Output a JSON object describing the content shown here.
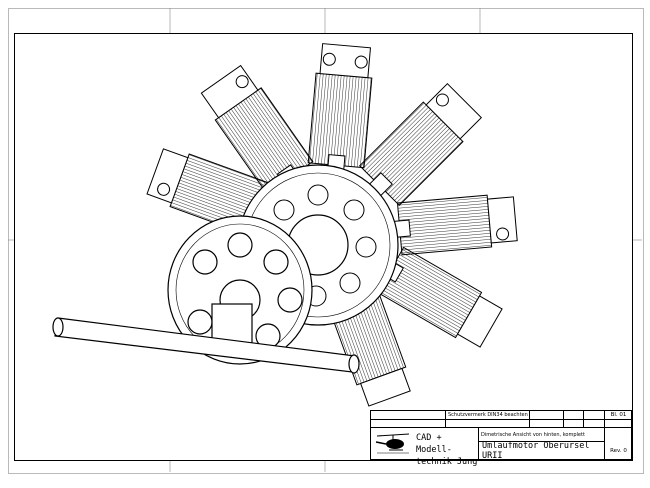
{
  "title_block": {
    "protection_note": "Schutzvermerk DIN34 beachten",
    "sheet_label": "Bl. 01",
    "company_line1": "CAD + Modell-",
    "company_line2": "technik Jung",
    "view_description": "Dimetrische Ansicht von hinten, komplett",
    "part_name": "Umlaufmotor Oberursel URII",
    "revision": "Rev. 0"
  },
  "drawing": {
    "subject": "rotary-engine",
    "cylinder_count": 9
  },
  "logo_icon": "helicopter-icon"
}
